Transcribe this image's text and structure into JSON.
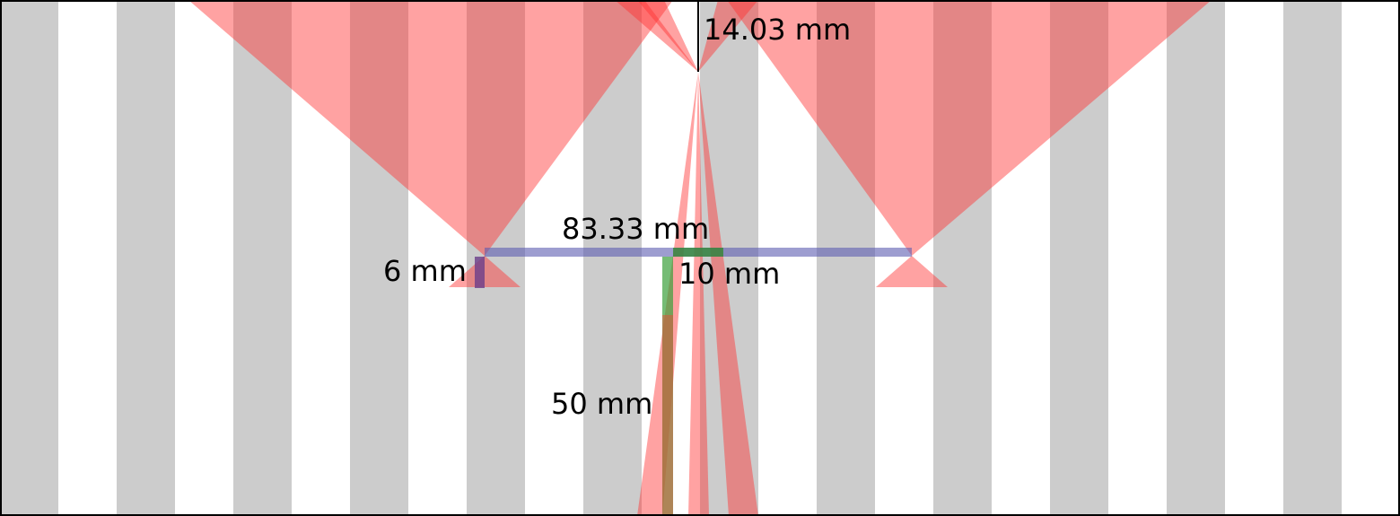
{
  "labels": {
    "apex_height": "14.03 mm",
    "spacing": "83.33 mm",
    "pupil_width": "6 mm",
    "gap_width": "10 mm",
    "depth": "50 mm"
  },
  "colors": {
    "stripe": "#cccccc",
    "beam": "#ff3030",
    "blue_bar": "#5c5cb0",
    "green_bar": "#2e8b2e",
    "brown_bar": "#a0703a",
    "border": "#000000"
  }
}
